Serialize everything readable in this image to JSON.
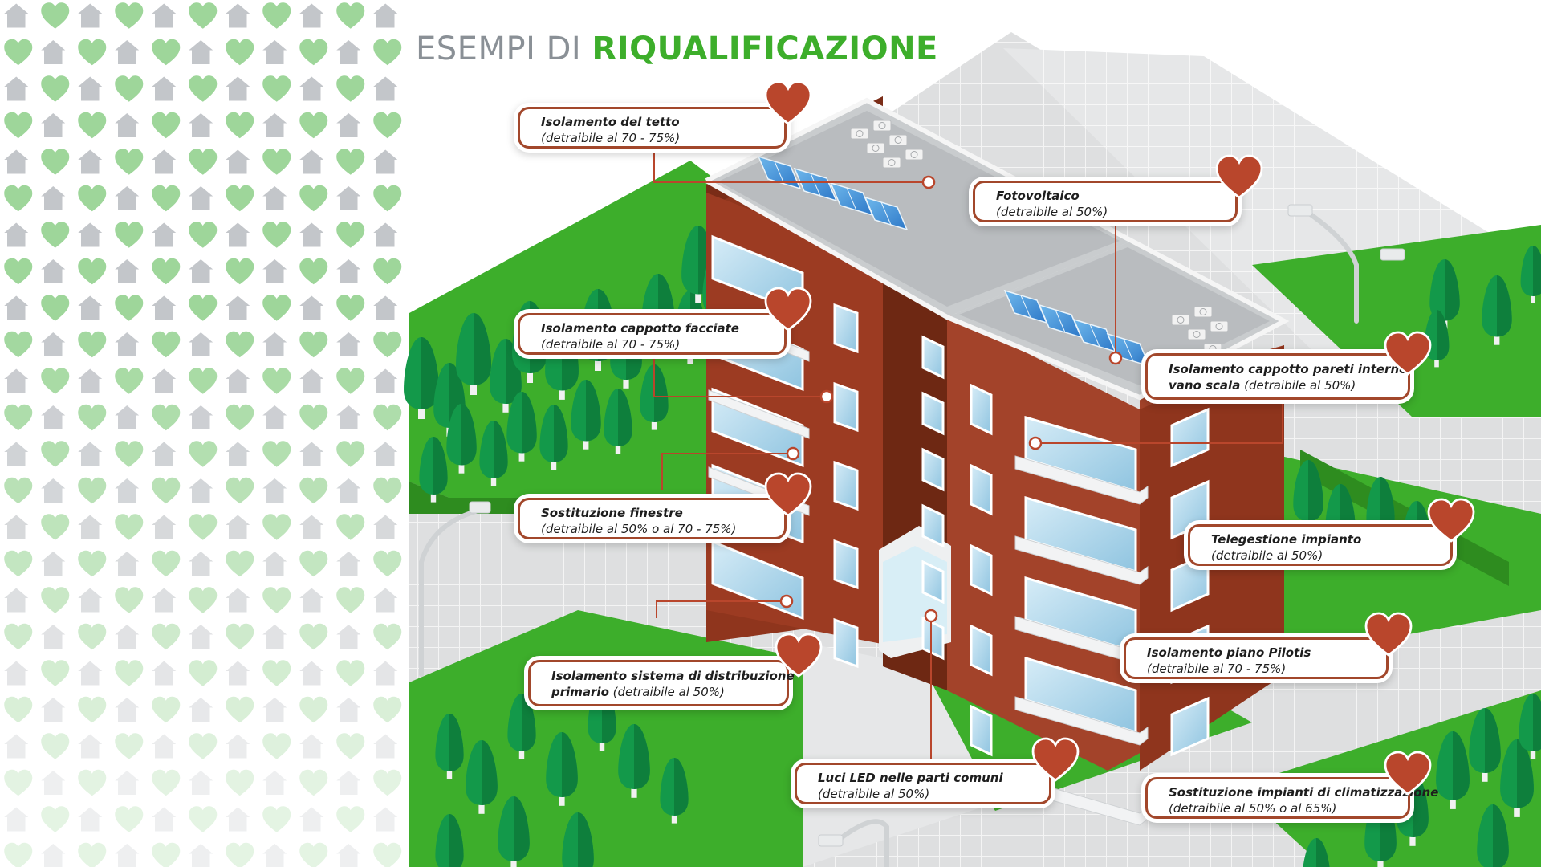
{
  "title": {
    "part1": "ESEMPI DI ",
    "part2": "RIQUALIFICAZIONE"
  },
  "colors": {
    "accent_green": "#3dae2b",
    "callout_border": "#a2472b",
    "heart": "#b9462c",
    "title_gray": "#8a9096",
    "brick": "#9c3b22",
    "grass": "#3dae2b"
  },
  "icons": {
    "pattern": [
      "house-icon",
      "heart-icon"
    ],
    "callout_marker": "heart-icon"
  },
  "callouts": [
    {
      "title": "Isolamento del tetto",
      "detail": "(detraibile al 70 - 75%)"
    },
    {
      "title": "Fotovoltaico",
      "detail": "(detraibile al 50%)"
    },
    {
      "title": "Isolamento cappotto facciate",
      "detail": "(detraibile al 70 - 75%)"
    },
    {
      "title": "Isolamento cappotto pareti interne",
      "title2": "vano scala",
      "detail": "(detraibile al 50%)"
    },
    {
      "title": "Sostituzione finestre",
      "detail": "(detraibile al 50% o al 70 - 75%)"
    },
    {
      "title": "Telegestione impianto",
      "detail": "(detraibile al 50%)"
    },
    {
      "title": "Isolamento sistema di distribuzione",
      "title2": "primario",
      "detail": "(detraibile al 50%)"
    },
    {
      "title": "Isolamento piano Pilotis",
      "detail": "(detraibile al 70 - 75%)"
    },
    {
      "title": "Luci LED nelle parti comuni",
      "detail": "(detraibile al 50%)"
    },
    {
      "title": "Sostituzione impianti di climatizzazione",
      "detail": "(detraibile al 50% o al 65%)"
    }
  ]
}
